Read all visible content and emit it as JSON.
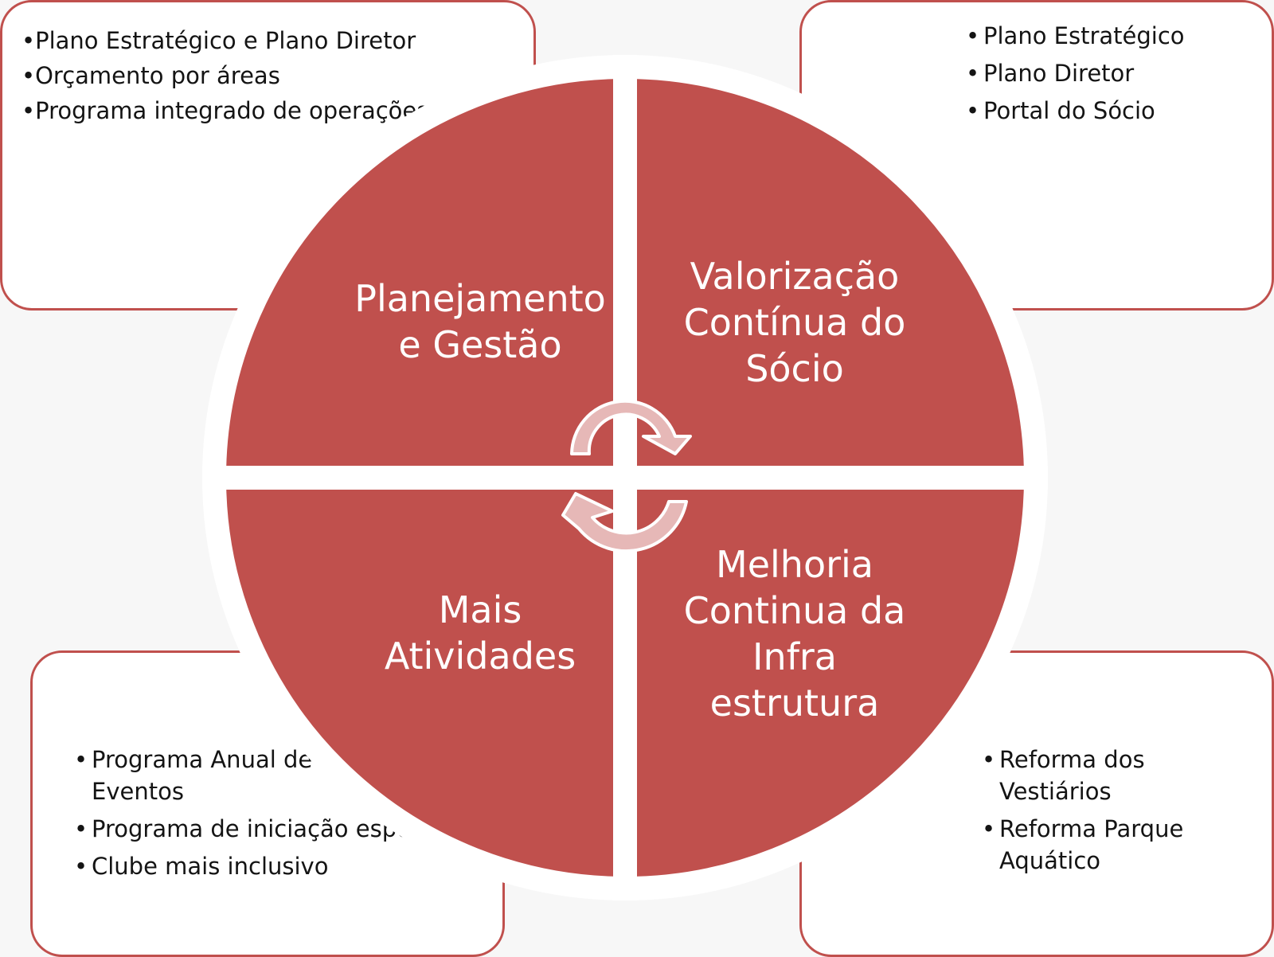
{
  "colors": {
    "quadrant": "#c0504d",
    "card_border": "#c0504d",
    "arrow_fill": "#e6b8b7",
    "arrow_stroke": "#ffffff"
  },
  "quadrants": {
    "top_left": {
      "lines": [
        "Planejamento",
        "e Gestão"
      ]
    },
    "top_right": {
      "lines": [
        "Valorização",
        "Contínua do",
        "Sócio"
      ]
    },
    "bottom_left": {
      "lines": [
        "Mais",
        "Atividades"
      ]
    },
    "bottom_right": {
      "lines": [
        "Melhoria",
        "Continua da",
        "Infra",
        "estrutura"
      ]
    }
  },
  "cards": {
    "top_left": {
      "items": [
        "Plano Estratégico e Plano Diretor",
        "Orçamento por áreas",
        "Programa integrado de operações"
      ]
    },
    "top_right": {
      "items": [
        "Plano Estratégico",
        "Plano Diretor",
        "Portal do Sócio"
      ]
    },
    "bottom_left": {
      "items": [
        "Programa Anual de Esportes e Eventos",
        "Programa de iniciação esportiva",
        "Clube mais inclusivo"
      ]
    },
    "bottom_right": {
      "items": [
        "Reforma dos Vestiários",
        "Reforma Parque Aquático"
      ]
    }
  },
  "icons": {
    "cycle_arrows": "circular-arrows-icon"
  }
}
